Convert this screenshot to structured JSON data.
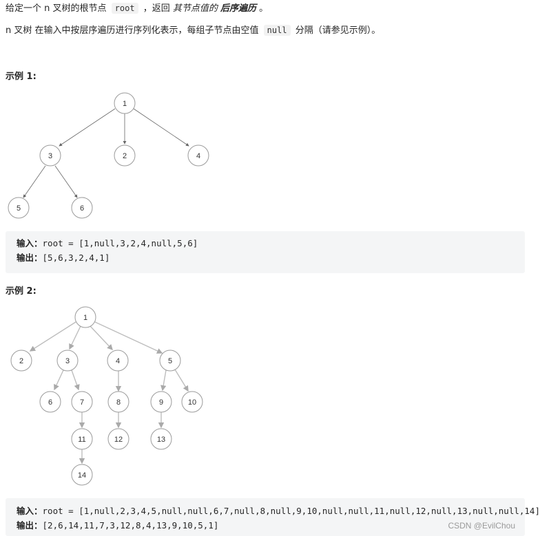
{
  "intro": {
    "p1_prefix": "给定一个 n 叉树的根节点",
    "p1_code": "root",
    "p1_mid": "，返回",
    "p1_em": "其节点值的",
    "p1_strong": "后序遍历",
    "p1_end": "。",
    "p2_prefix": "n 叉树 在输入中按层序遍历进行序列化表示，每组子节点由空值",
    "p2_code": "null",
    "p2_suffix": "分隔（请参见示例）。"
  },
  "example1": {
    "heading": "示例 1:",
    "input_label": "输入：",
    "input_value": "root = [1,null,3,2,4,null,5,6]",
    "output_label": "输出：",
    "output_value": "[5,6,3,2,4,1]",
    "tree": {
      "nodes": [
        "1",
        "3",
        "2",
        "4",
        "5",
        "6"
      ]
    }
  },
  "example2": {
    "heading": "示例 2:",
    "input_label": "输入：",
    "input_value": "root = [1,null,2,3,4,5,null,null,6,7,null,8,null,9,10,null,null,11,null,12,null,13,null,null,14]",
    "output_label": "输出：",
    "output_value": "[2,6,14,11,7,3,12,8,4,13,9,10,5,1]",
    "tree": {
      "nodes": [
        "1",
        "2",
        "3",
        "4",
        "5",
        "6",
        "7",
        "8",
        "9",
        "10",
        "11",
        "12",
        "13",
        "14"
      ]
    }
  },
  "watermark": "CSDN @EvilChou"
}
